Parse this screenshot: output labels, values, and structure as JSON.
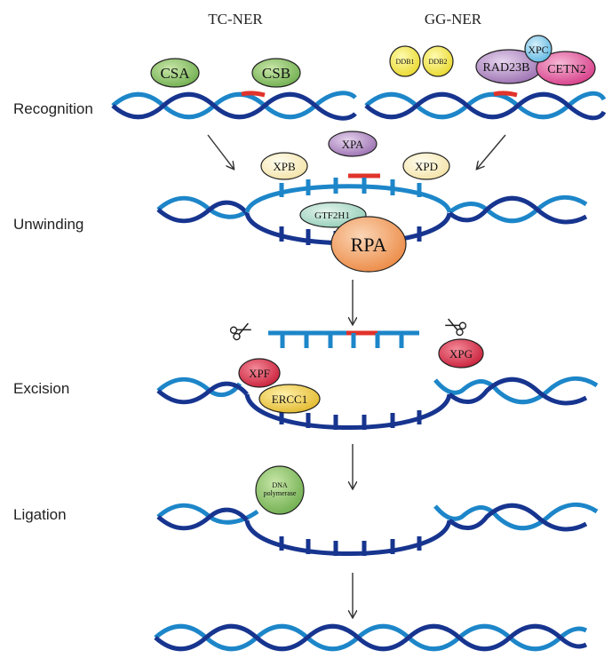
{
  "headers": {
    "left": "TC-NER",
    "right": "GG-NER"
  },
  "stages": {
    "recognition": "Recognition",
    "unwinding": "Unwinding",
    "excision": "Excision",
    "ligation": "Ligation"
  },
  "proteins": {
    "csa": "CSA",
    "csb": "CSB",
    "ddb1": "DDB1",
    "ddb2": "DDB2",
    "xpc": "XPC",
    "rad23b": "RAD23B",
    "cetn2": "CETN2",
    "xpa": "XPA",
    "xpb": "XPB",
    "xpd": "XPD",
    "gtf2h1": "GTF2H1",
    "rpa": "RPA",
    "xpf": "XPF",
    "ercc1": "ERCC1",
    "xpg": "XPG",
    "dna_polymerase_line1": "DNA",
    "dna_polymerase_line2": "polymerase"
  },
  "colors": {
    "strand_dark": "#17358f",
    "strand_light": "#1d86c9",
    "lesion": "#e0332b",
    "csa": "#8cc068",
    "csb": "#8cc068",
    "ddb": "#f3e545",
    "xpc": "#7cc7ea",
    "rad23b": "#b48bc3",
    "cetn2": "#e4559a",
    "xpa": "#a66db0",
    "xpb_xpd": "#fbf0c6",
    "gtf2h1": "#a9d9c8",
    "rpa": "#f2a265",
    "xpf_xpg": "#d8314a",
    "ercc1": "#f0cc45",
    "dna_polymerase": "#8fcf7a"
  },
  "icons": [
    "scissors-icon",
    "scissors-icon"
  ]
}
